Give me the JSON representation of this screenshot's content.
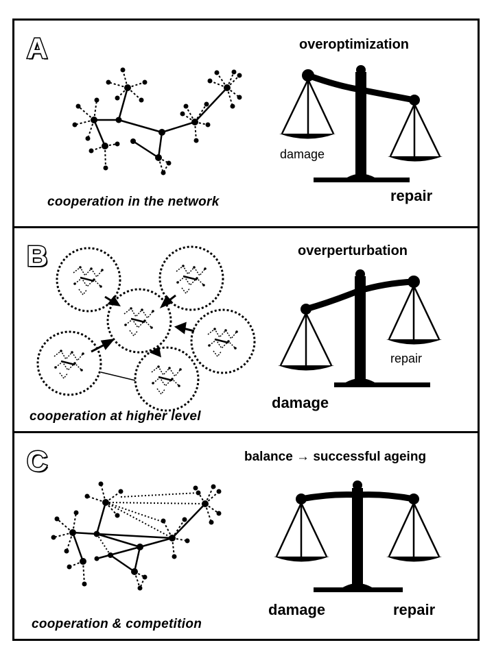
{
  "panels": {
    "a": {
      "letter": "A",
      "title": "overoptimization",
      "caption": "cooperation in the network",
      "left_label": "damage",
      "right_label": "repair"
    },
    "b": {
      "letter": "B",
      "title": "overperturbation",
      "caption": "cooperation at higher level",
      "left_label": "damage",
      "right_label": "repair"
    },
    "c": {
      "letter": "C",
      "title": "balance → successful ageing",
      "caption": "cooperation & competition",
      "left_label": "damage",
      "right_label": "repair"
    }
  }
}
